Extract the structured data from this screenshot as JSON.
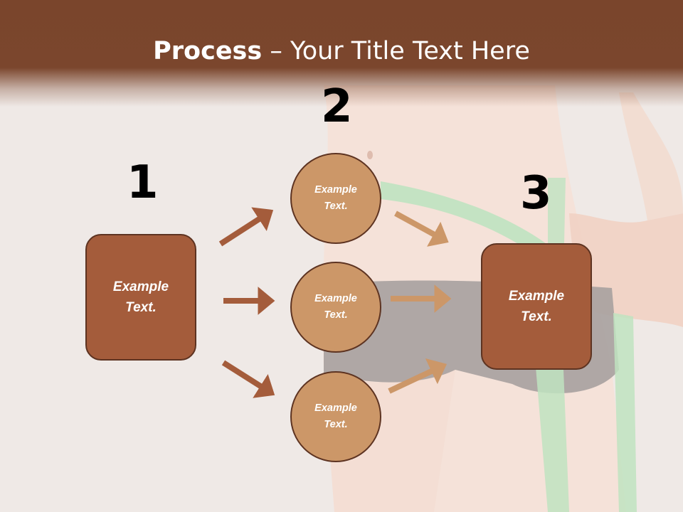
{
  "title": {
    "bold": "Process",
    "rest": " – Your Title Text Here"
  },
  "steps": {
    "one": "1",
    "two": "2",
    "three": "3"
  },
  "nodes": {
    "left": "Example\nText.",
    "right": "Example\nText.",
    "circle_top": "Example\nText.",
    "circle_middle": "Example\nText.",
    "circle_bottom": "Example\nText."
  },
  "colors": {
    "header": "#7b462d",
    "box_fill": "#a45c3b",
    "circle_fill": "#cc9768",
    "arrow_dark": "#a45c3b",
    "arrow_light": "#cc9768",
    "outline": "#5d3321"
  }
}
